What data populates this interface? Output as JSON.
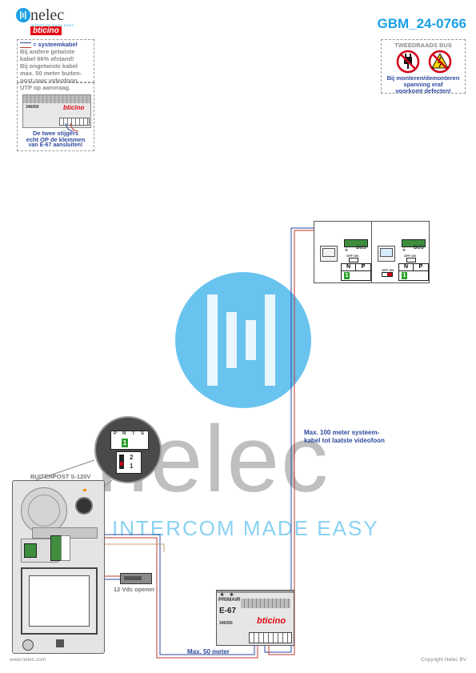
{
  "header": {
    "logo_name": "nelec",
    "logo_tagline": "INTERCOM MADE EASY",
    "logo_brand": "bticino",
    "doc_code": "GBM_24-0766"
  },
  "cable_note": {
    "title": "= systeemkabel",
    "lines": [
      "Bij andere getwiste",
      "kabel 66% afstand!",
      "Bij ongetwiste kabel",
      "max. 50 meter buiten-",
      "post naar videofoon.",
      "UTP op aanvraag."
    ]
  },
  "riser_note": {
    "module_code": "346050",
    "module_brand": "bticino",
    "lines": [
      "De twee stijgers",
      "echt OP de klemmen",
      "van E-67 aansluiten!"
    ]
  },
  "warning": {
    "title": "TWEEDRAADS BUS",
    "lines": [
      "Bij monteren/demonteren",
      "spanning eraf",
      "voorkomt defecten!"
    ]
  },
  "watermark": {
    "name": "nelec",
    "tagline": "INTERCOM MADE EASY"
  },
  "monitors": {
    "bus_label": "BUS",
    "off_on": "OFF ON",
    "n_label": "N",
    "p_label": "P",
    "value": "1"
  },
  "distance_100": [
    "Max. 100 meter systeem-",
    "kabel tot laatste videofoon"
  ],
  "distance_50": "Max. 50 meter",
  "zoom": {
    "terminals": [
      "P",
      "N",
      "T",
      "S"
    ],
    "selected": "1",
    "switch_2": "2",
    "switch_1": "1"
  },
  "outdoor_panel": {
    "title": "BUITENPOST S-120V"
  },
  "opener": {
    "label": "12 Vdc opener"
  },
  "power_supply": {
    "tag": "PRIMAIR",
    "model": "E-67",
    "code": "346050",
    "brand": "bticino"
  },
  "footer": {
    "left": "www.nelec.com",
    "right": "Copyright Nelec BV"
  }
}
